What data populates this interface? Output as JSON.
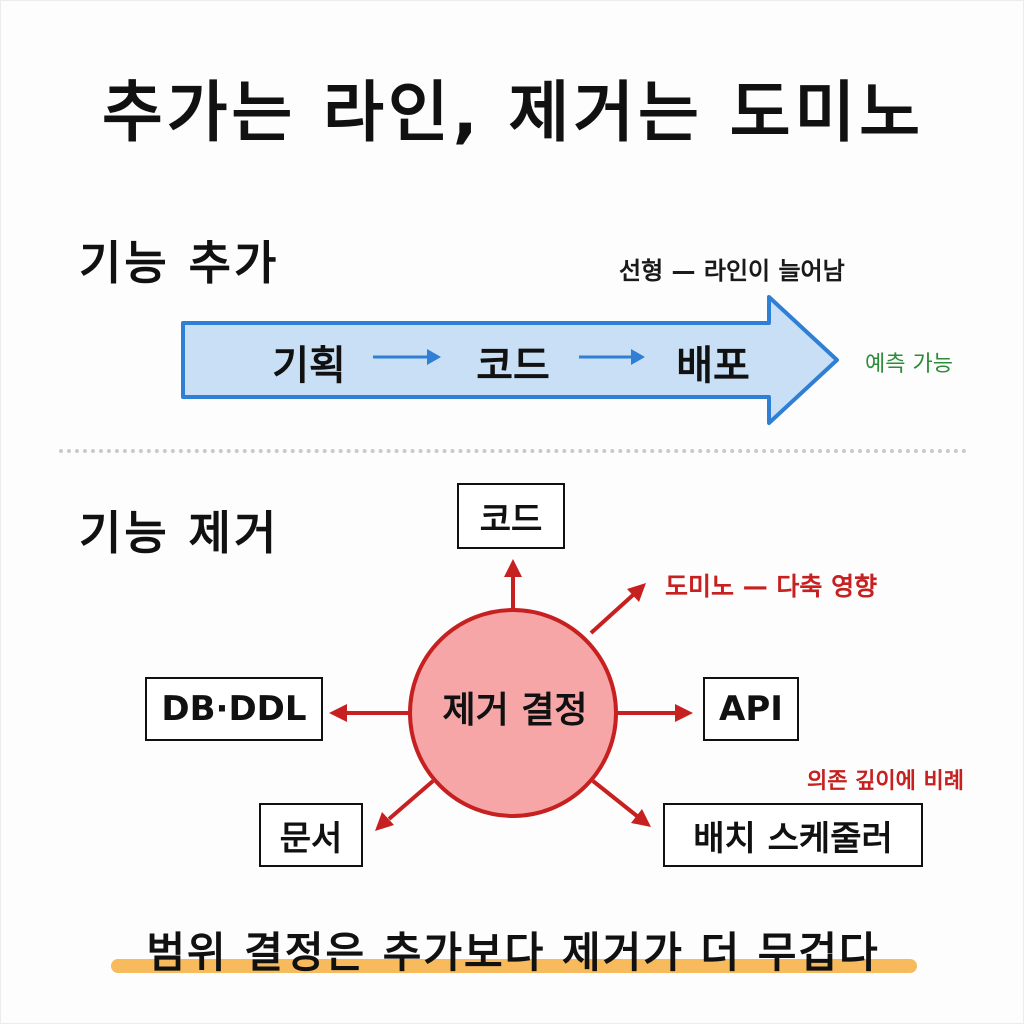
{
  "title": "추가는 라인, 제거는 도미노",
  "add_section": {
    "label": "기능 추가",
    "linear_caption": "선형 — 라인이 늘어남",
    "steps": [
      "기획",
      "코드",
      "배포"
    ],
    "predictable_caption": "예측 가능"
  },
  "remove_section": {
    "label": "기능 제거",
    "center": "제거 결정",
    "domino_caption": "도미노 — 다축 영향",
    "depth_caption": "의존 깊이에 비례",
    "nodes": {
      "code": "코드",
      "db": "DB·DDL",
      "api": "API",
      "docs": "문서",
      "batch": "배치 스케줄러"
    }
  },
  "conclusion": "범위 결정은 추가보다 제거가 더 무겁다",
  "colors": {
    "flow_fill": "#c9dff6",
    "flow_stroke": "#2f7fd4",
    "center_fill": "#f6a6a6",
    "center_stroke": "#c62020",
    "arrow_red": "#c62020",
    "green_text": "#2e8b3a",
    "highlight": "#f6b24a"
  }
}
